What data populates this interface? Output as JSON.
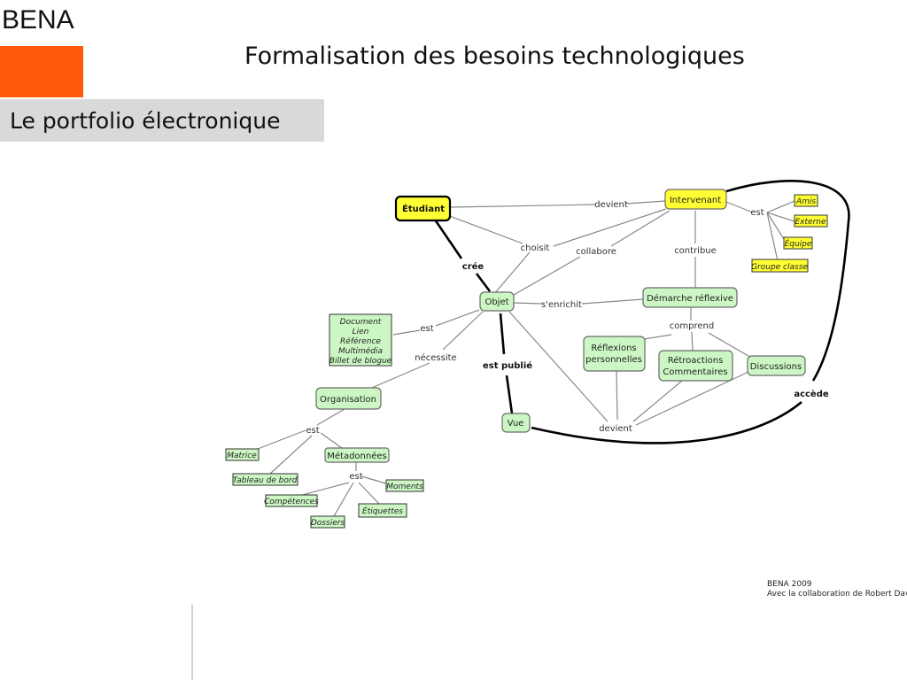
{
  "header": {
    "brand": "BENA",
    "title": "Formalisation des besoins technologiques",
    "section": "Le portfolio électronique",
    "accent_color": "#ff5a0a"
  },
  "credit": {
    "line1": "BENA 2009",
    "line2": "Avec la collaboration de Robert David"
  },
  "colors": {
    "concept_yellow": "#ffff33",
    "concept_green": "#ccf7c4",
    "connector": "#888888",
    "strong_connector": "#000000"
  },
  "map": {
    "nodes": {
      "etudiant": "Étudiant",
      "intervenant": "Intervenant",
      "amis": "Amis",
      "externe": "Externe",
      "equipe": "Équipe",
      "groupe": "Groupe classe",
      "objet": "Objet",
      "demarche": "Démarche réflexive",
      "types": [
        "Document",
        "Lien",
        "Référence",
        "Multimédia",
        "Billet de blogue"
      ],
      "organisation": "Organisation",
      "reflexions": [
        "Réflexions",
        "personnelles"
      ],
      "retroactions": [
        "Rétroactions",
        "Commentaires"
      ],
      "discussions": "Discussions",
      "vue": "Vue",
      "matrice": "Matrice",
      "tableau": "Tableau de bord",
      "metadonnees": "Métadonnées",
      "moments": "Moments",
      "competences": "Compétences",
      "etiquettes": "Étiquettes",
      "dossiers": "Dossiers"
    },
    "links": {
      "devient_top": "devient",
      "est_intervenant": "est",
      "choisit": "choisit",
      "collabore": "collabore",
      "contribue": "contribue",
      "cree": "crée",
      "senrichit": "s'enrichit",
      "est_objet": "est",
      "necessite": "nécessite",
      "comprend": "comprend",
      "est_publie": "est publié",
      "accede": "accède",
      "devient_bottom": "devient",
      "est_organisation": "est",
      "est_metadonnees": "est"
    }
  }
}
